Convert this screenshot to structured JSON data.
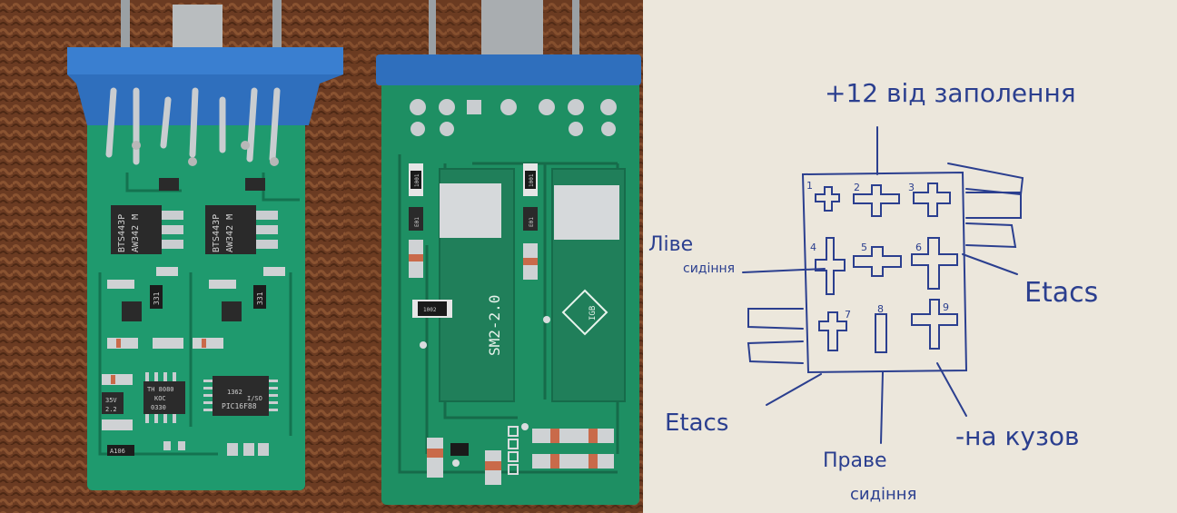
{
  "board_front": {
    "chip1": {
      "line1": "BTS443P",
      "line2": "AW342 M"
    },
    "chip2": {
      "line1": "BTS443P",
      "line2": "AW342 M"
    },
    "res_a": "331",
    "res_b": "331",
    "ic_small": {
      "line1": "TH 8080",
      "line2": "KOC",
      "line3": "0330"
    },
    "mcu": {
      "line1": "PIC16F88",
      "line2": "I/SO",
      "line3": "1362"
    },
    "cap": {
      "line1": "35V",
      "line2": "2.2"
    },
    "res_c": "A106"
  },
  "board_back": {
    "label": "SM2-2.0",
    "res_top_a": "1001",
    "res_top_b": "1001",
    "res_mid": "1002",
    "diode_a": "E01",
    "diode_b": "E01",
    "logo": "IGB"
  },
  "sketch": {
    "top": "+12 від заполення",
    "left_top_l1": "Ліве",
    "left_top_l2": "сидіння",
    "right": "Etacs",
    "bottom_left": "Etacs",
    "bottom_mid_l1": "Праве",
    "bottom_mid_l2": "сидіння",
    "bottom_right": "-на кузов",
    "numbers": [
      "1",
      "2",
      "3",
      "4",
      "5",
      "6",
      "7",
      "8",
      "9"
    ]
  }
}
